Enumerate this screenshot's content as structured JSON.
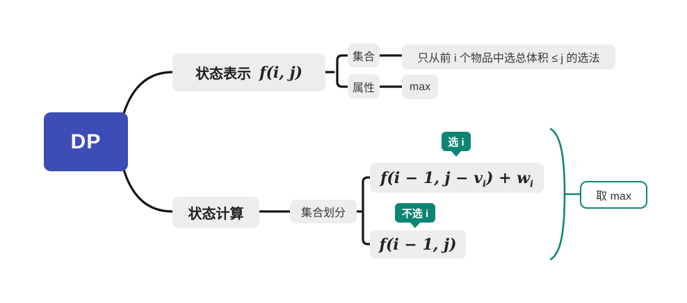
{
  "colors": {
    "root_bg": "#3d4db5",
    "root_text": "#ffffff",
    "node_bg": "#ededed",
    "node_text": "#3a3a3a",
    "bold_text": "#1f1f1f",
    "line": "#141414",
    "accent_teal": "#0e8573",
    "badge_text": "#ffffff",
    "canvas_bg": "#ffffff"
  },
  "root": {
    "label": "DP"
  },
  "branches": {
    "representation": {
      "label": "状态表示",
      "math": "f(i, j)",
      "children": {
        "set": {
          "label": "集合",
          "description": "只从前 i 个物品中选总体积 ≤ j 的选法"
        },
        "attribute": {
          "label": "属性",
          "value": "max"
        }
      }
    },
    "calculation": {
      "label": "状态计算",
      "partition": {
        "label": "集合划分"
      },
      "cases": {
        "choose": {
          "badge": "选 i",
          "formula": {
            "p0": "f(i − 1, j − v",
            "s0": "i",
            "p1": ") + w",
            "s1": "i"
          }
        },
        "not_choose": {
          "badge": "不选 i",
          "formula": {
            "p0": "f(i − 1, j)"
          }
        }
      },
      "summary": {
        "label": "取 max"
      }
    }
  }
}
